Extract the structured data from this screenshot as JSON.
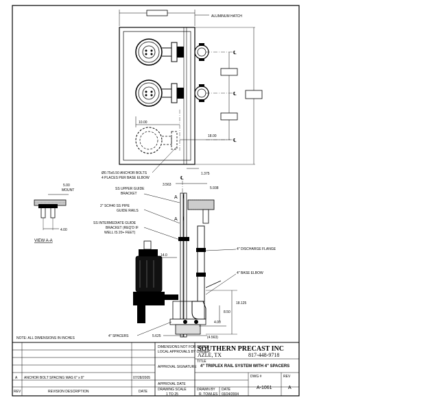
{
  "labels": {
    "aluminum_hatch": "ALUMINUM HATCH",
    "centerline": "℄",
    "dim_10": "10.00",
    "dim_18": "18.00",
    "anchor_bolts_1": "Ø0.75x5.50 ANCHOR BOLTS",
    "anchor_bolts_2": "4 PLACES PER BASE ELBOW",
    "dim_1375": "1.375",
    "dim_3563": "3.563",
    "dim_5938": "5.938",
    "upper_bracket_1": "SS UPPER GUIDE",
    "upper_bracket_2": "BRACKET",
    "rails_1": "2\" SCH40 SS PIPE",
    "rails_2": "GUIDE RAILS",
    "inter_1": "SS INTERMEDIATE GUIDE",
    "inter_2": "BRACKET (REQ'D IF",
    "inter_3": "WELL IS 20+ FEET)",
    "discharge": "4\" DISCHARGE FLANGE",
    "base_elbow": "4\" BASE ELBOW",
    "dim_14": "14.0",
    "dim_18125": "18.125",
    "dim_850": "8.50",
    "dim_400": "4.00",
    "dim_4563": "(4.563)",
    "dim_5625": "5.625",
    "spacers": "4\" SPACERS",
    "section_a": "A",
    "mount_dim": "5.00",
    "mount_label": "MOUNT",
    "view_dim": "4.00",
    "view_label": "VIEW A-A",
    "note": "NOTE: ALL DIMENSIONS IN INCHES"
  },
  "title_block": {
    "company": "SOUTHERN PRECAST INC",
    "city": "AZLE, TX",
    "phone": "817-448-9718",
    "title_label": "TITLE",
    "title": "4\" TRIPLEX RAIL SYSTEM WITH 4\" SPACERS",
    "drawn_label": "DRAWN BY",
    "drawn_by": "R. TOWLES",
    "date_label": "DATE",
    "date": "03/24/2004",
    "scale_label": "DRAWING SCALE",
    "scale": "1 TO 25",
    "dwg_label": "DWG #",
    "dwg_no": "A-1061",
    "rev_label": "REV",
    "rev": "A",
    "approval_sig": "APPROVAL SIGNATURE",
    "approval_date": "APPROVAL DATE",
    "approval_note_1": "DIMENSIONS NOT FOR ORDER",
    "approval_note_2": "LOCAL APPROVALS BY OWNER",
    "rev_row_no": "A",
    "rev_row_desc": "ANCHOR BOLT SPACING WAS 6\" x 8\"",
    "rev_row_date": "07/28/2005",
    "rev_hdr_no": "REV",
    "rev_hdr_desc": "REVISION DESCRIPTION",
    "rev_hdr_date": "DATE"
  }
}
